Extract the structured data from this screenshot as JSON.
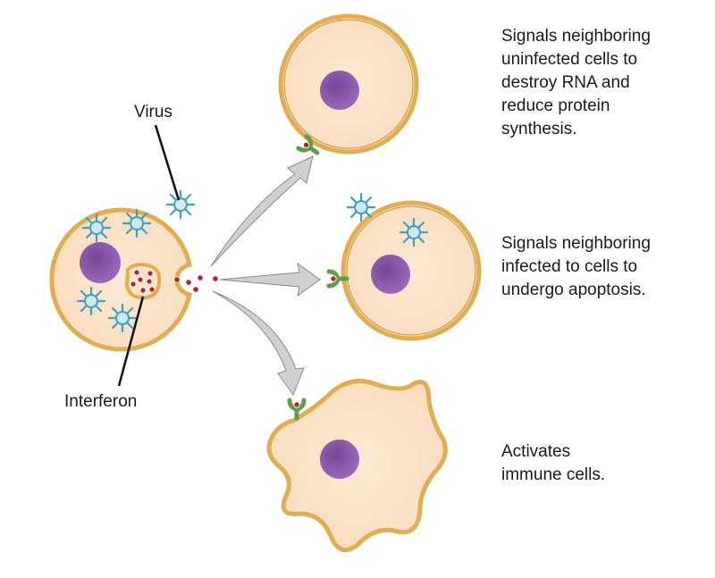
{
  "labels": {
    "virus": "Virus",
    "interferon": "Interferon"
  },
  "descriptions": [
    {
      "lines": [
        "Signals neighboring",
        "uninfected cells to",
        "destroy RNA and",
        "reduce protein",
        "synthesis."
      ]
    },
    {
      "lines": [
        "Signals neighboring",
        "infected to cells to",
        "undergo apoptosis."
      ]
    },
    {
      "lines": [
        "Activates",
        "immune cells."
      ]
    }
  ],
  "colors": {
    "cytoplasm": "#fbe3c8",
    "membrane": "#e2ad4e",
    "nucleus": "#8a55a8",
    "virus": "#5fb8d3",
    "interferon": "#b0242a",
    "receptor": "#6aa84f",
    "arrow": "#cfcfcf"
  }
}
